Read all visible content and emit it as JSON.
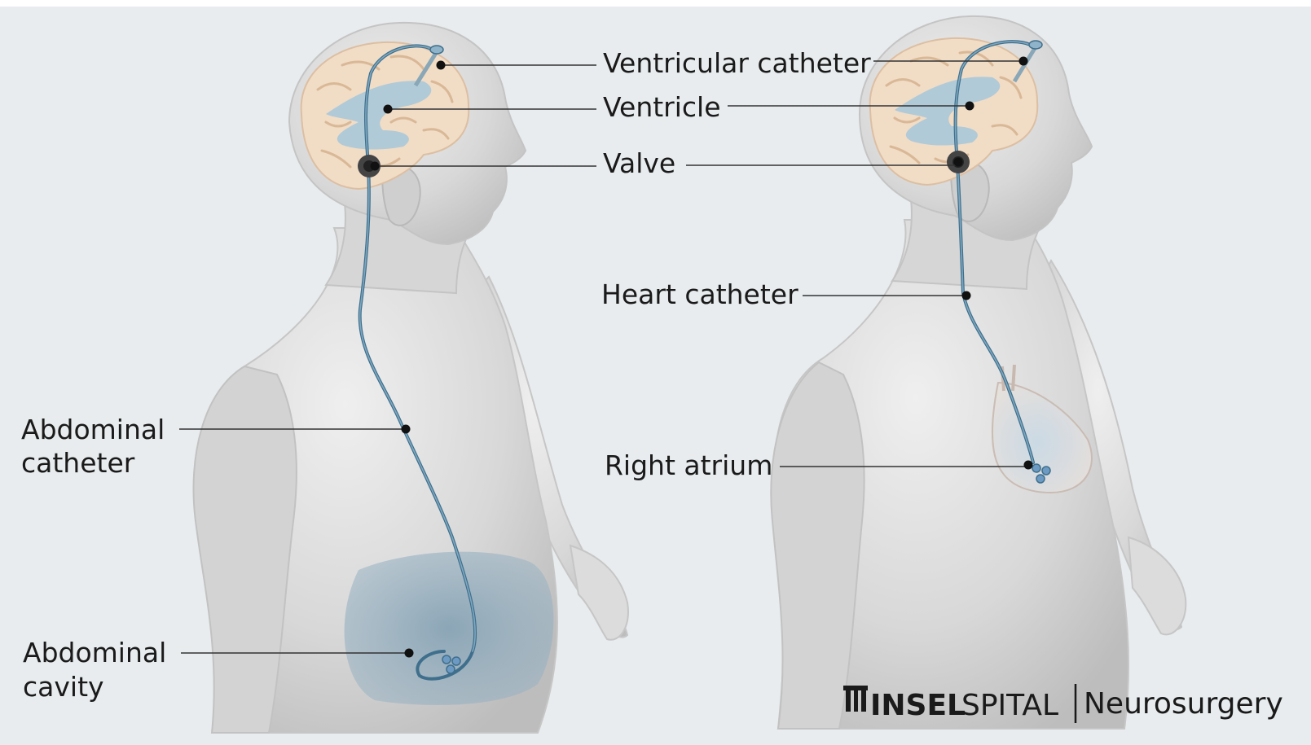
{
  "figures": {
    "peritoneal_shunt": {
      "labels": {
        "ventricular_catheter": "Ventricular catheter",
        "ventricle": "Ventricle",
        "valve": "Valve",
        "abdominal_catheter_line1": "Abdominal",
        "abdominal_catheter_line2": "catheter",
        "abdominal_cavity_line1": "Abdominal",
        "abdominal_cavity_line2": "cavity"
      }
    },
    "atrial_shunt": {
      "labels": {
        "heart_catheter": "Heart catheter",
        "right_atrium": "Right atrium"
      }
    }
  },
  "branding": {
    "logo_name_bold": "INSEL",
    "logo_name_light": "SPITAL",
    "department": "Neurosurgery"
  },
  "colors": {
    "background": "#e8ecee",
    "skin": "#d9d9d9",
    "brain": "#f1dcc6",
    "ventricle_fluid": "#a9c8d8",
    "catheter": "#3f6f8c",
    "abdominal_fluid": "#7f9eb2"
  }
}
